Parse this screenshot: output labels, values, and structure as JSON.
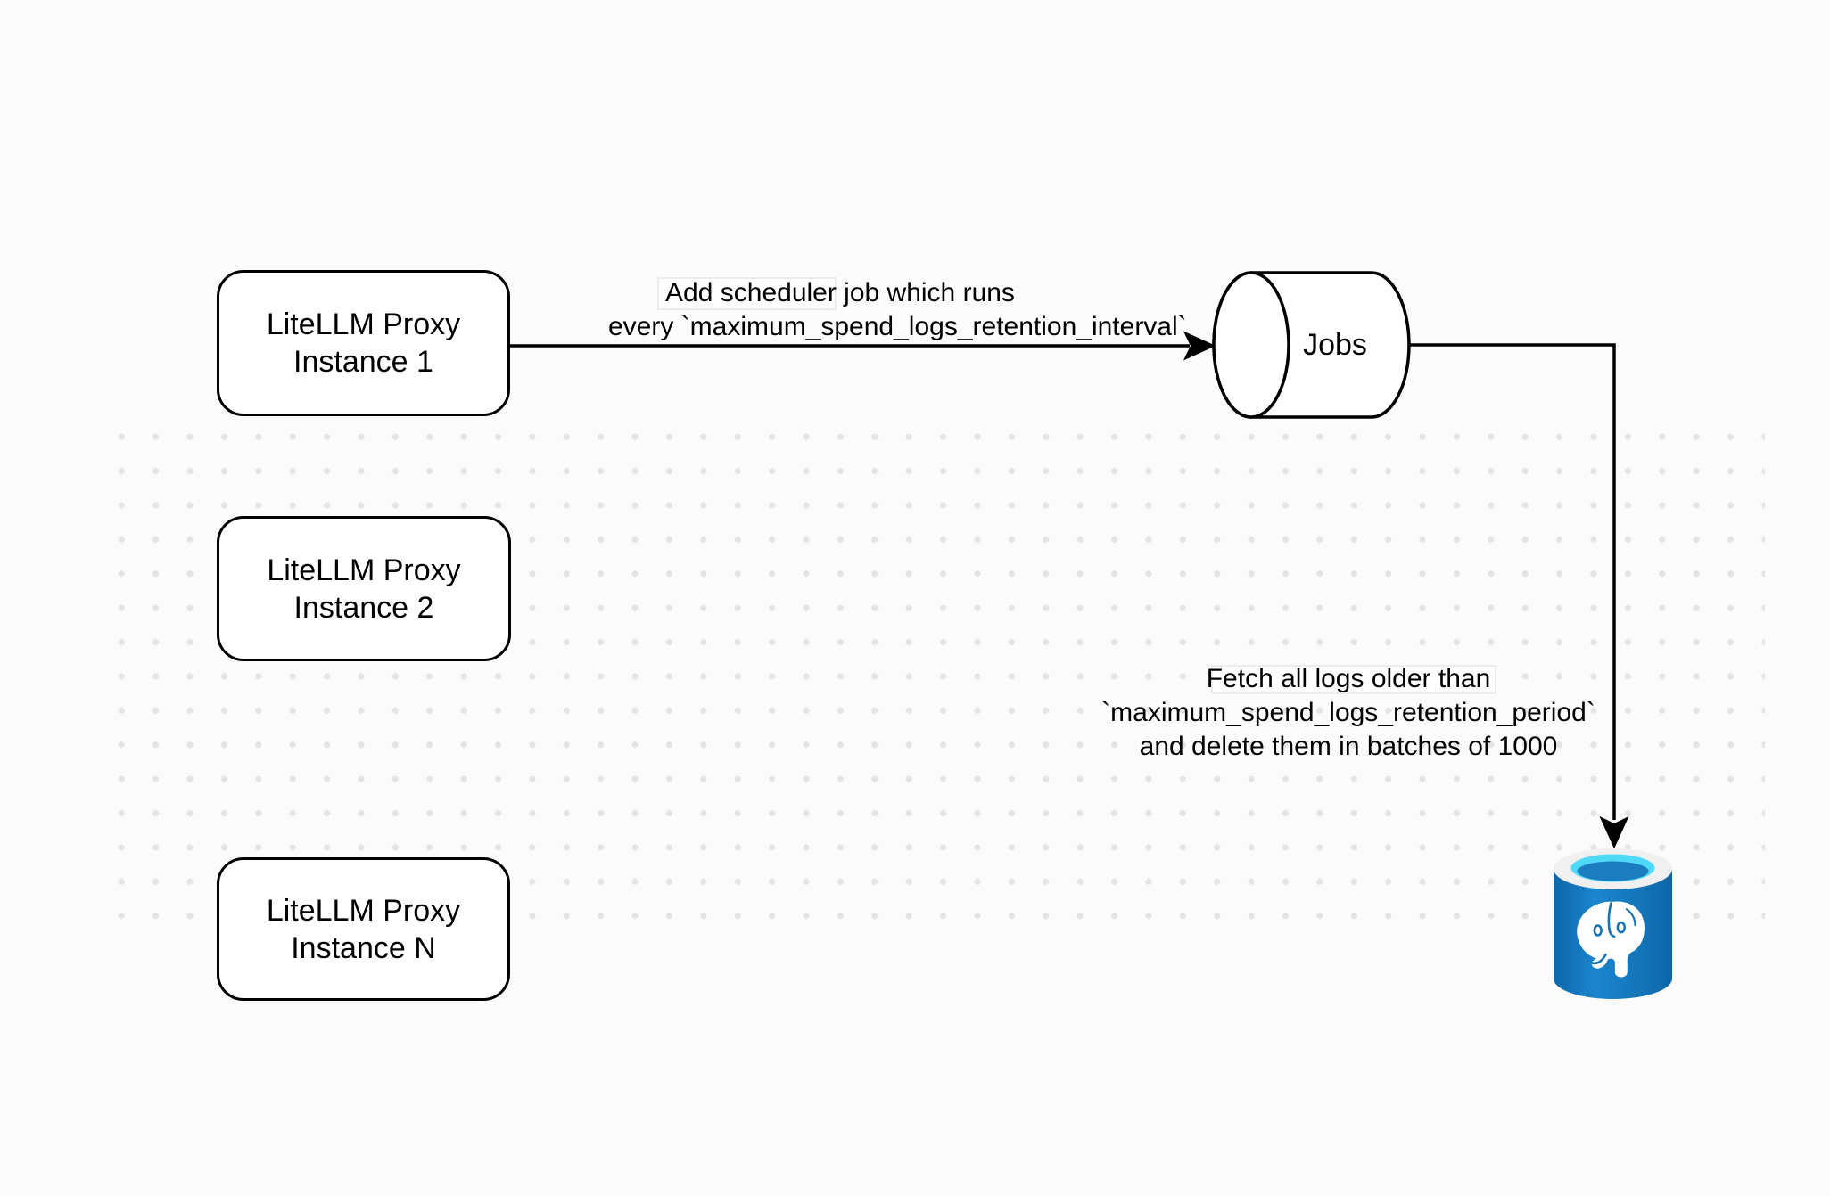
{
  "canvas": {
    "background_color": "#fbfbfb",
    "dot_color": "#e4e4e4",
    "stroke_color": "#000000"
  },
  "nodes": {
    "proxy1": {
      "line1": "LiteLLM Proxy",
      "line2": "Instance 1"
    },
    "proxy2": {
      "line1": "LiteLLM Proxy",
      "line2": "Instance 2"
    },
    "proxyN": {
      "line1": "LiteLLM Proxy",
      "line2": "Instance N"
    },
    "jobs": {
      "label": "Jobs"
    },
    "database": {
      "icon": "postgresql-database-icon",
      "body_color": "#1374b8",
      "rim_color": "#f0f0f0",
      "water_color": "#4ed9f8"
    }
  },
  "edges": {
    "scheduler": {
      "line1": "Add scheduler job which runs",
      "line2": "every `maximum_spend_logs_retention_interval`"
    },
    "fetch": {
      "line1": "Fetch all logs older than",
      "line2": "`maximum_spend_logs_retention_period`",
      "line3": "and delete them in batches of 1000"
    }
  }
}
